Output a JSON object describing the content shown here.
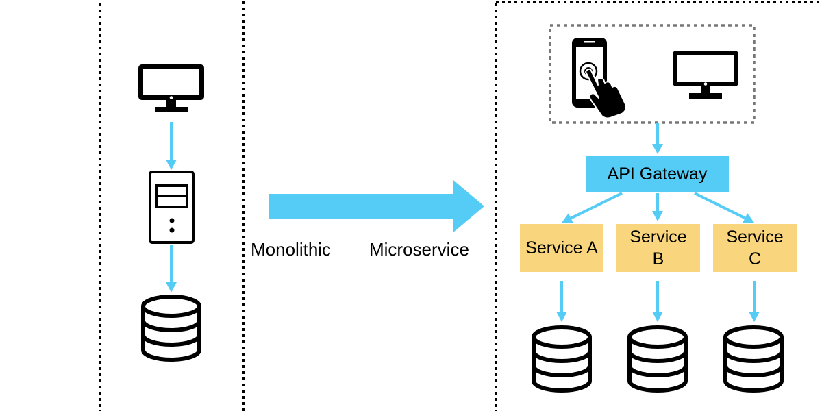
{
  "labels": {
    "monolithic": "Monolithic",
    "microservice": "Microservice"
  },
  "gateway": {
    "label": "API Gateway"
  },
  "services": [
    {
      "line1": "Service A",
      "line2": ""
    },
    {
      "line1": "Service",
      "line2": "B"
    },
    {
      "line1": "Service",
      "line2": "C"
    }
  ],
  "icons": {
    "monolith_client": "monitor-icon",
    "monolith_server": "server-tower-icon",
    "monolith_db": "database-icon",
    "mobile_client": "smartphone-touch-icon",
    "desktop_client": "monitor-icon",
    "service_db": "database-icon"
  },
  "colors": {
    "arrow": "#55ccf5",
    "gateway_fill": "#55ccf5",
    "service_fill": "#f9d57e",
    "border": "#000000",
    "client_group_border": "#777777"
  }
}
